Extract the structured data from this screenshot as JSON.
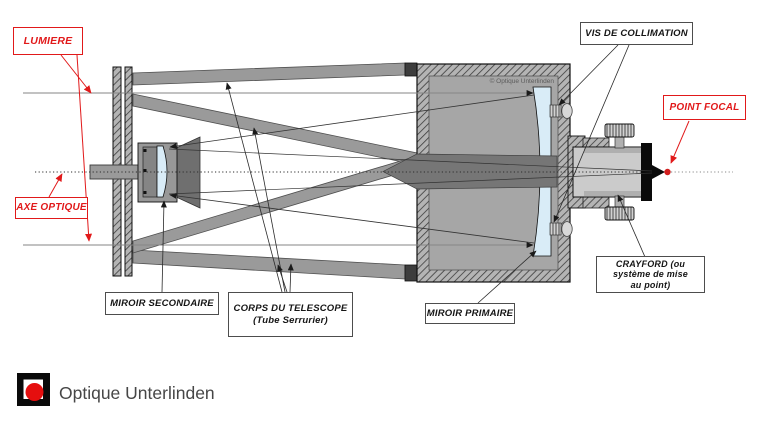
{
  "labels": {
    "lumiere": "LUMIERE",
    "axe_optique": "AXE OPTIQUE",
    "vis_de_collimation": "VIS DE COLLIMATION",
    "point_focal": "POINT FOCAL",
    "miroir_secondaire": "MIROIR SECONDAIRE",
    "corps_du_telescope_line1": "CORPS DU TELESCOPE",
    "corps_du_telescope_line2": "(Tube Serrurier)",
    "miroir_primaire": "MIROIR PRIMAIRE",
    "crayford_line1": "CRAYFORD (ou",
    "crayford_line2": "système de mise",
    "crayford_line3": "au point)"
  },
  "watermark": {
    "copyright": "© Optique Unterlinden"
  },
  "footer": {
    "brand_name": "Optique Unterlinden"
  },
  "colors": {
    "annotation_red": "#e1191a",
    "mirror_blue": "#d9ecf7",
    "structure_gray": "#9a9a9a",
    "logo_red": "#e50f0f"
  }
}
